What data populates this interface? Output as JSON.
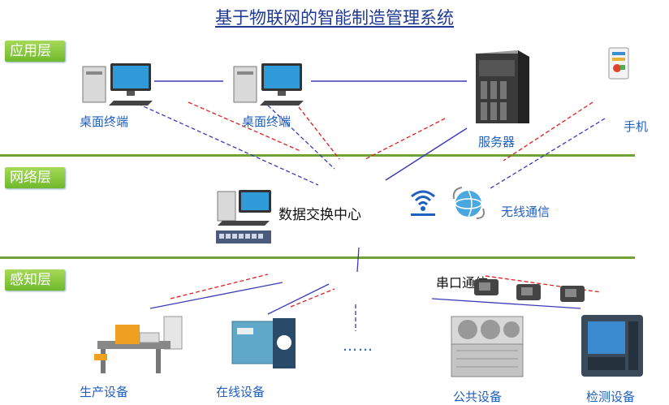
{
  "title": "基于物联网的智能制造管理系统",
  "layers": {
    "app": "应用层",
    "network": "网络层",
    "sensing": "感知层"
  },
  "nodes": {
    "desktop1": "桌面终端",
    "desktop2": "桌面终端",
    "server": "服务器",
    "phone": "手机",
    "exchange": "数据交换中心",
    "wireless": "无线通信",
    "serial": "串口通信",
    "production": "生产设备",
    "online": "在线设备",
    "ellipsis": "……",
    "public": "公共设备",
    "inspection": "检测设备"
  },
  "colors": {
    "title": "#1f3a93",
    "layer_tag": "#7cc23a",
    "divider": "#6fa33a",
    "blue_link": "#3b3bb8",
    "red_link": "#e02020",
    "label": "#1f5fbf"
  }
}
